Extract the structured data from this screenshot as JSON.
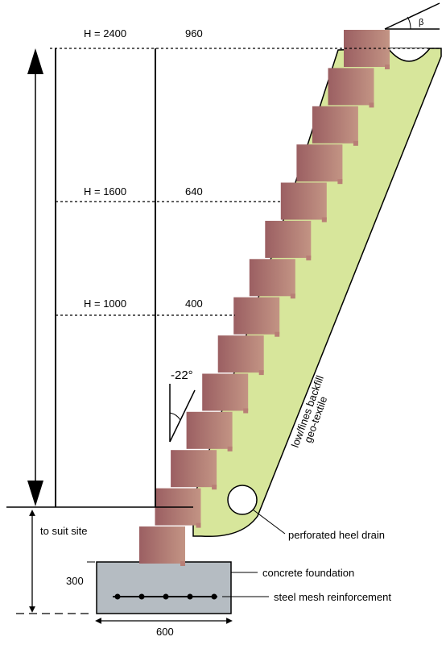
{
  "heights": [
    {
      "h_label": "H = 2400",
      "setback": "960"
    },
    {
      "h_label": "H = 1600",
      "setback": "640"
    },
    {
      "h_label": "H = 1000",
      "setback": "400"
    }
  ],
  "batter_angle": "-22°",
  "slope_symbol": "β",
  "backfill_label": "low/fines backfill",
  "geotextile_label": "geo-textile",
  "to_suit_site": "to suit site",
  "drain_label": "perforated heel drain",
  "foundation_label": "concrete foundation",
  "mesh_label": "steel mesh reinforcement",
  "foundation_depth": "300",
  "foundation_width": "600",
  "colors": {
    "block": "#a86a6a",
    "block_light": "#c99a8a",
    "backfill": "#d7e69b",
    "foundation": "#b5bcc2"
  }
}
